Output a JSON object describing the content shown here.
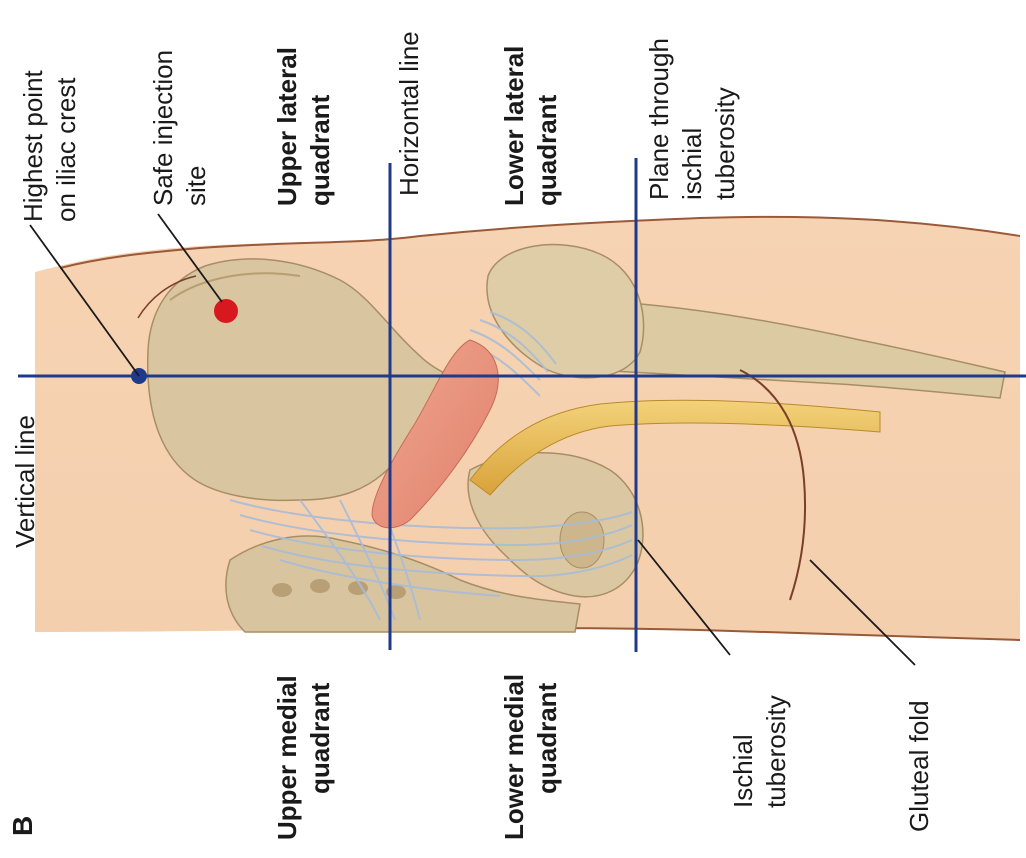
{
  "figure": {
    "panel_letter": "B"
  },
  "labels": {
    "highest_point": [
      "Highest point",
      "on iliac crest"
    ],
    "safe_injection": [
      "Safe injection",
      "site"
    ],
    "upper_lateral": [
      "Upper lateral",
      "quadrant"
    ],
    "horizontal_line": "Horizontal line",
    "lower_lateral": [
      "Lower lateral",
      "quadrant"
    ],
    "plane_through": [
      "Plane through",
      "ischial",
      "tuberosity"
    ],
    "vertical_line": "Vertical line",
    "upper_medial": [
      "Upper medial",
      "quadrant"
    ],
    "lower_medial": [
      "Lower medial",
      "quadrant"
    ],
    "ischial_tuberosity": [
      "Ischial",
      "tuberosity"
    ],
    "gluteal_fold": "Gluteal fold"
  },
  "colors": {
    "skin": "#f7d7b8",
    "skin_outline": "#9a5a3a",
    "bone": "#dccaa3",
    "bone_shade": "#c7b189",
    "ligament": "#b9c9dd",
    "muscle": "#e8907a",
    "nerve": "#e6b84a",
    "guide_line": "#1f3a8a",
    "injection_dot": "#d7191f",
    "landmark_dot": "#1f3a8a"
  }
}
